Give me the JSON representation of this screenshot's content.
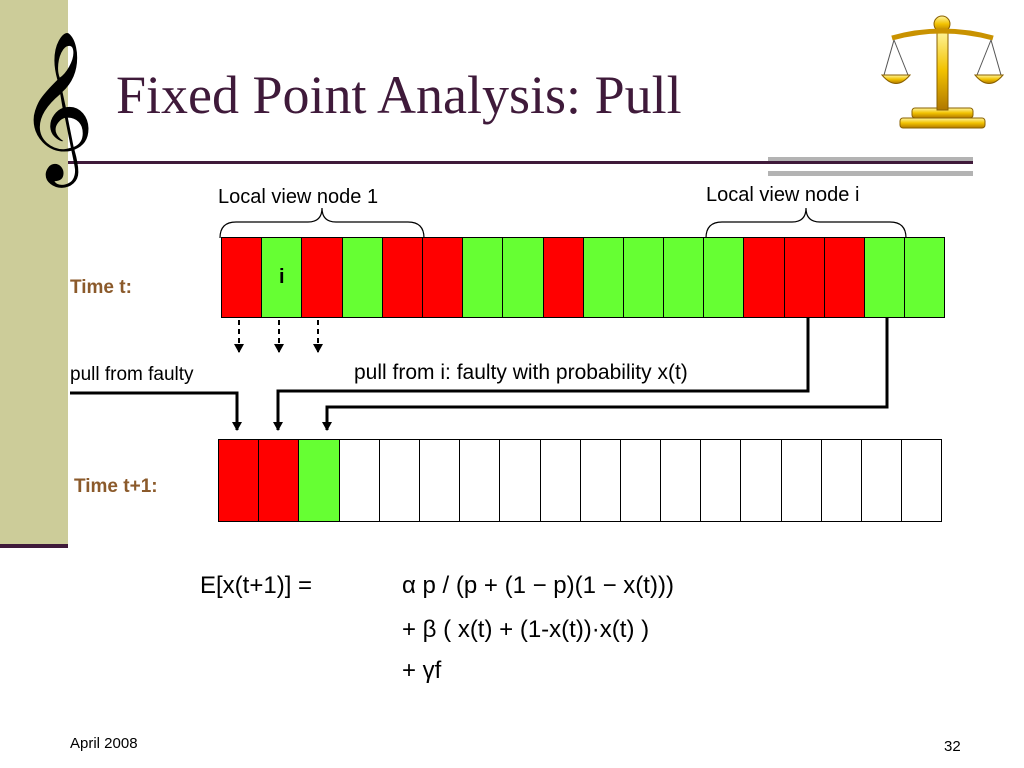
{
  "slide": {
    "title": "Fixed Point Analysis: Pull",
    "clef_glyph": "𝄞",
    "footer_date": "April 2008",
    "page_number": "32"
  },
  "labels": {
    "local_view_1": "Local view node 1",
    "local_view_i": "Local view node i",
    "time_t": "Time t:",
    "time_t1": "Time t+1:",
    "cell_i_label": "i",
    "pull_from_faulty": "pull from faulty",
    "pull_from_i": "pull from i: faulty with probability x(t)"
  },
  "rows": {
    "time_t_cells": [
      "red",
      "green",
      "red",
      "green",
      "red",
      "red",
      "green",
      "green",
      "red",
      "green",
      "green",
      "green",
      "green",
      "red",
      "red",
      "red",
      "green",
      "green"
    ],
    "time_t1_cells": [
      "red",
      "red",
      "green",
      "white",
      "white",
      "white",
      "white",
      "white",
      "white",
      "white",
      "white",
      "white",
      "white",
      "white",
      "white",
      "white",
      "white",
      "white"
    ]
  },
  "formula": {
    "lhs": "E[x(t+1)] =",
    "line1": "α p / (p + (1 − p)(1 − x(t)))",
    "line2": "+ β ( x(t) + (1-x(t))·x(t) )",
    "line3": "+ γf"
  },
  "colors": {
    "red": "#ff0000",
    "green": "#66ff33",
    "title": "#3f1a3a",
    "time_label": "#8b5a2b",
    "side_bar": "#cccc99"
  },
  "icons": [
    "treble-clef-icon",
    "balance-scale-icon"
  ]
}
